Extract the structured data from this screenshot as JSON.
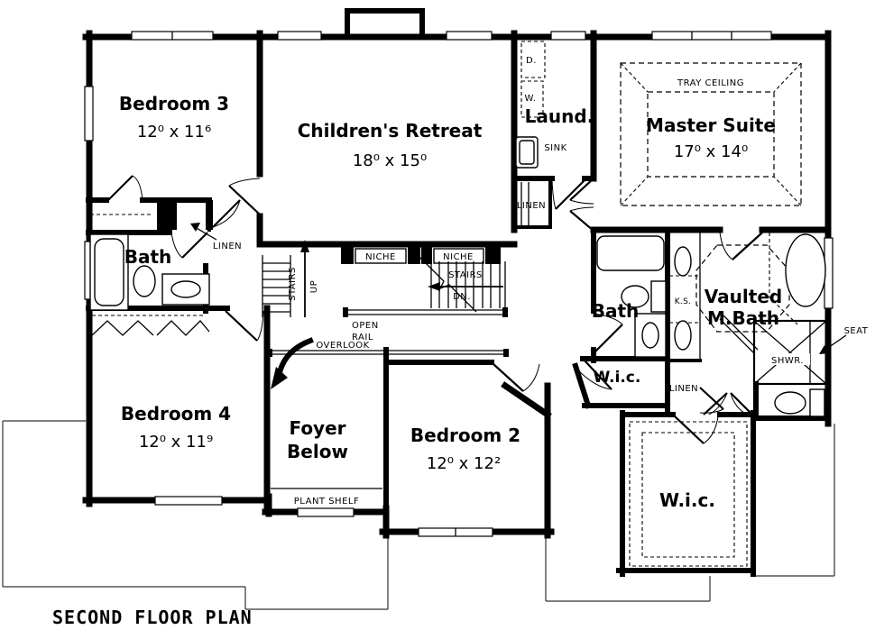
{
  "title": "SECOND FLOOR PLAN",
  "colors": {
    "line": "#000000",
    "background": "#ffffff"
  },
  "rooms": {
    "bedroom3": {
      "name": "Bedroom 3",
      "dims": "12⁰ x 11⁶"
    },
    "retreat": {
      "name": "Children's Retreat",
      "dims": "18⁰ x 15⁰"
    },
    "laundry": {
      "name": "Laund."
    },
    "master": {
      "ceiling": "TRAY CEILING",
      "name": "Master Suite",
      "dims": "17⁰ x 14⁰"
    },
    "bath_left": {
      "name": "Bath"
    },
    "bath_right": {
      "name": "Bath"
    },
    "mbath": {
      "line1": "Vaulted",
      "line2": "M.Bath"
    },
    "bedroom4": {
      "name": "Bedroom 4",
      "dims": "12⁰ x 11⁹"
    },
    "foyer": {
      "line1": "Foyer",
      "line2": "Below"
    },
    "bedroom2": {
      "name": "Bedroom 2",
      "dims": "12⁰ x 12²"
    },
    "wic_small": {
      "name": "W.i.c."
    },
    "wic_large": {
      "name": "W.i.c."
    }
  },
  "annotations": {
    "dryer": "D.",
    "washer": "W.",
    "sink": "SINK",
    "linen_laundry": "LINEN",
    "linen_bath": "LINEN",
    "linen_master": "LINEN",
    "niche_left": "NICHE",
    "niche_right": "NICHE",
    "stairs_up": "STAIRS",
    "up": "UP",
    "stairs_dn": "STAIRS",
    "dn": "DN.",
    "open_line1": "OPEN",
    "open_line2": "RAIL",
    "overlook": "OVERLOOK",
    "plant_shelf": "PLANT SHELF",
    "knee_space": "K.S.",
    "shower": "SHWR.",
    "seat": "SEAT"
  }
}
